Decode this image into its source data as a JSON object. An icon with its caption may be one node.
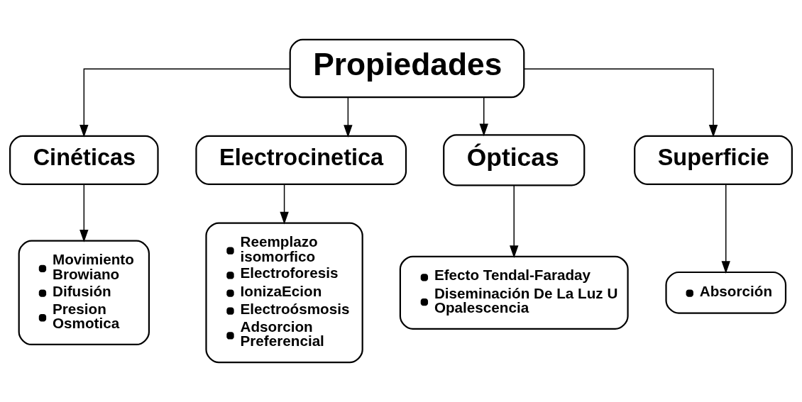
{
  "diagram": {
    "nodes": [
      {
        "text": [
          "Propiedades"
        ]
      },
      {
        "text": [
          "Cinéticas"
        ]
      },
      {
        "text": [
          "Electrocinetica"
        ]
      },
      {
        "text": [
          "Ópticas"
        ]
      },
      {
        "text": [
          "Superficie"
        ]
      },
      {
        "text": [
          "Movimiento Browiano",
          "Difusión",
          "Presion Osmotica"
        ]
      },
      {
        "text": [
          "Reemplazo isomorfico",
          "Electroforesis",
          "IonizaEcion",
          "Electroósmosis",
          "Adsorcion Preferencial"
        ]
      },
      {
        "text": [
          "Efecto Tendal-Faraday",
          "Diseminación De La Luz U Opalescencia"
        ]
      },
      {
        "text": [
          "Absorción"
        ]
      }
    ],
    "edges": [
      {
        "from": 0,
        "to": 1,
        "arrow": "to"
      },
      {
        "from": 0,
        "to": 2,
        "arrow": "to"
      },
      {
        "from": 0,
        "to": 3,
        "arrow": "to"
      },
      {
        "from": 0,
        "to": 4,
        "arrow": "to"
      },
      {
        "from": 1,
        "to": 5,
        "arrow": "to"
      },
      {
        "from": 2,
        "to": 6,
        "arrow": "to"
      },
      {
        "from": 3,
        "to": 7,
        "arrow": "to"
      },
      {
        "from": 4,
        "to": 8,
        "arrow": "to"
      }
    ]
  }
}
